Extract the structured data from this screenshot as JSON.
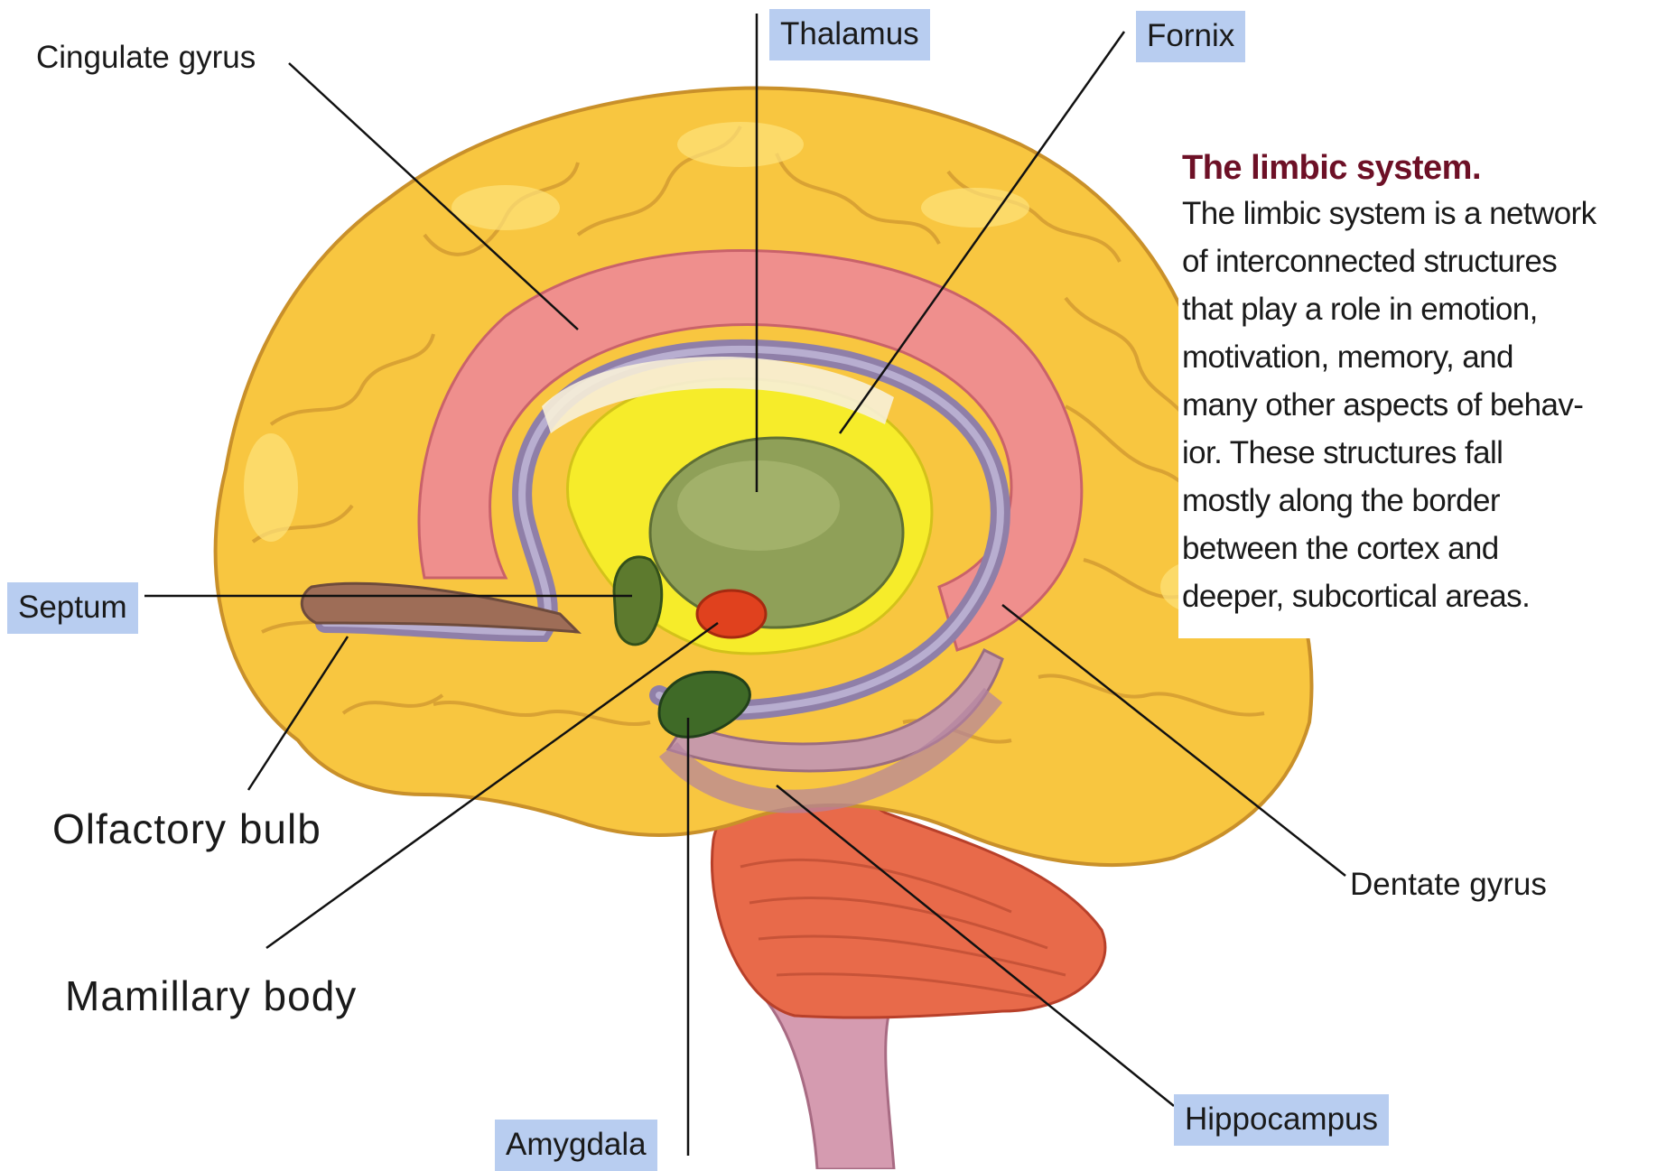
{
  "labels": {
    "cingulate_gyrus": "Cingulate gyrus",
    "thalamus": "Thalamus",
    "fornix": "Fornix",
    "septum": "Septum",
    "olfactory_bulb": "Olfactory bulb",
    "mamillary_body": "Mamillary body",
    "amygdala": "Amygdala",
    "hippocampus": "Hippocampus",
    "dentate_gyrus": "Dentate gyrus"
  },
  "caption": {
    "title": "The limbic system.",
    "lines": [
      "The limbic system is a network",
      "of interconnected structures",
      "that play a role in emotion,",
      "motivation, memory, and",
      "many other aspects of behav-",
      "ior. These structures fall",
      "mostly along the border",
      "between the cortex and",
      "deeper, subcortical areas."
    ]
  },
  "colors": {
    "cortex": "#f8c640",
    "cortex_highlight": "#fde27a",
    "cingulate": "#ef8f8d",
    "fornix_band": "#8f7fa8",
    "fornix_yellow": "#f6ec2a",
    "thalamus": "#8fa058",
    "hippocampus": "#c79aa9",
    "amygdala": "#3f6a27",
    "mamillary": "#e0411e",
    "cerebellum": "#e86a4a",
    "brainstem": "#d59bb0",
    "label_box": "#b8cdf0",
    "caption_title": "#6d1026"
  }
}
